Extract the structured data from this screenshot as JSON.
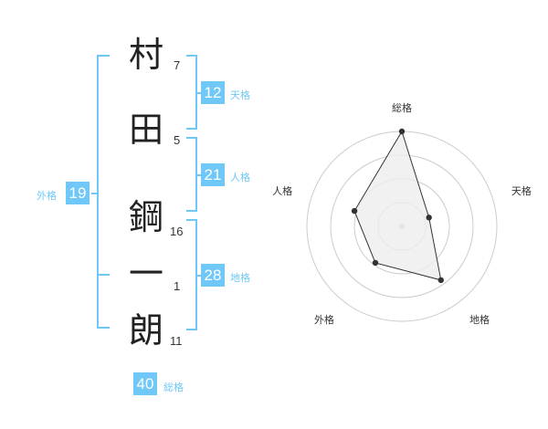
{
  "name": {
    "chars": [
      {
        "char": "村",
        "strokes": "7"
      },
      {
        "char": "田",
        "strokes": "5"
      },
      {
        "char": "鋼",
        "strokes": "16"
      },
      {
        "char": "一",
        "strokes": "1"
      },
      {
        "char": "朗",
        "strokes": "11"
      }
    ]
  },
  "fortunes": {
    "ten": {
      "value": "12",
      "label": "天格"
    },
    "jin": {
      "value": "21",
      "label": "人格"
    },
    "chi": {
      "value": "28",
      "label": "地格"
    },
    "gai": {
      "value": "19",
      "label": "外格"
    },
    "sou": {
      "value": "40",
      "label": "総格"
    }
  },
  "chart_data": {
    "type": "radar",
    "axes": [
      "総格",
      "天格",
      "地格",
      "外格",
      "人格"
    ],
    "values": [
      40,
      12,
      28,
      19,
      21
    ],
    "rings": 4,
    "colors": {
      "fill": "#eeeeee",
      "line": "#333333",
      "grid": "#cccccc",
      "accent": "#6fc8f7"
    }
  }
}
